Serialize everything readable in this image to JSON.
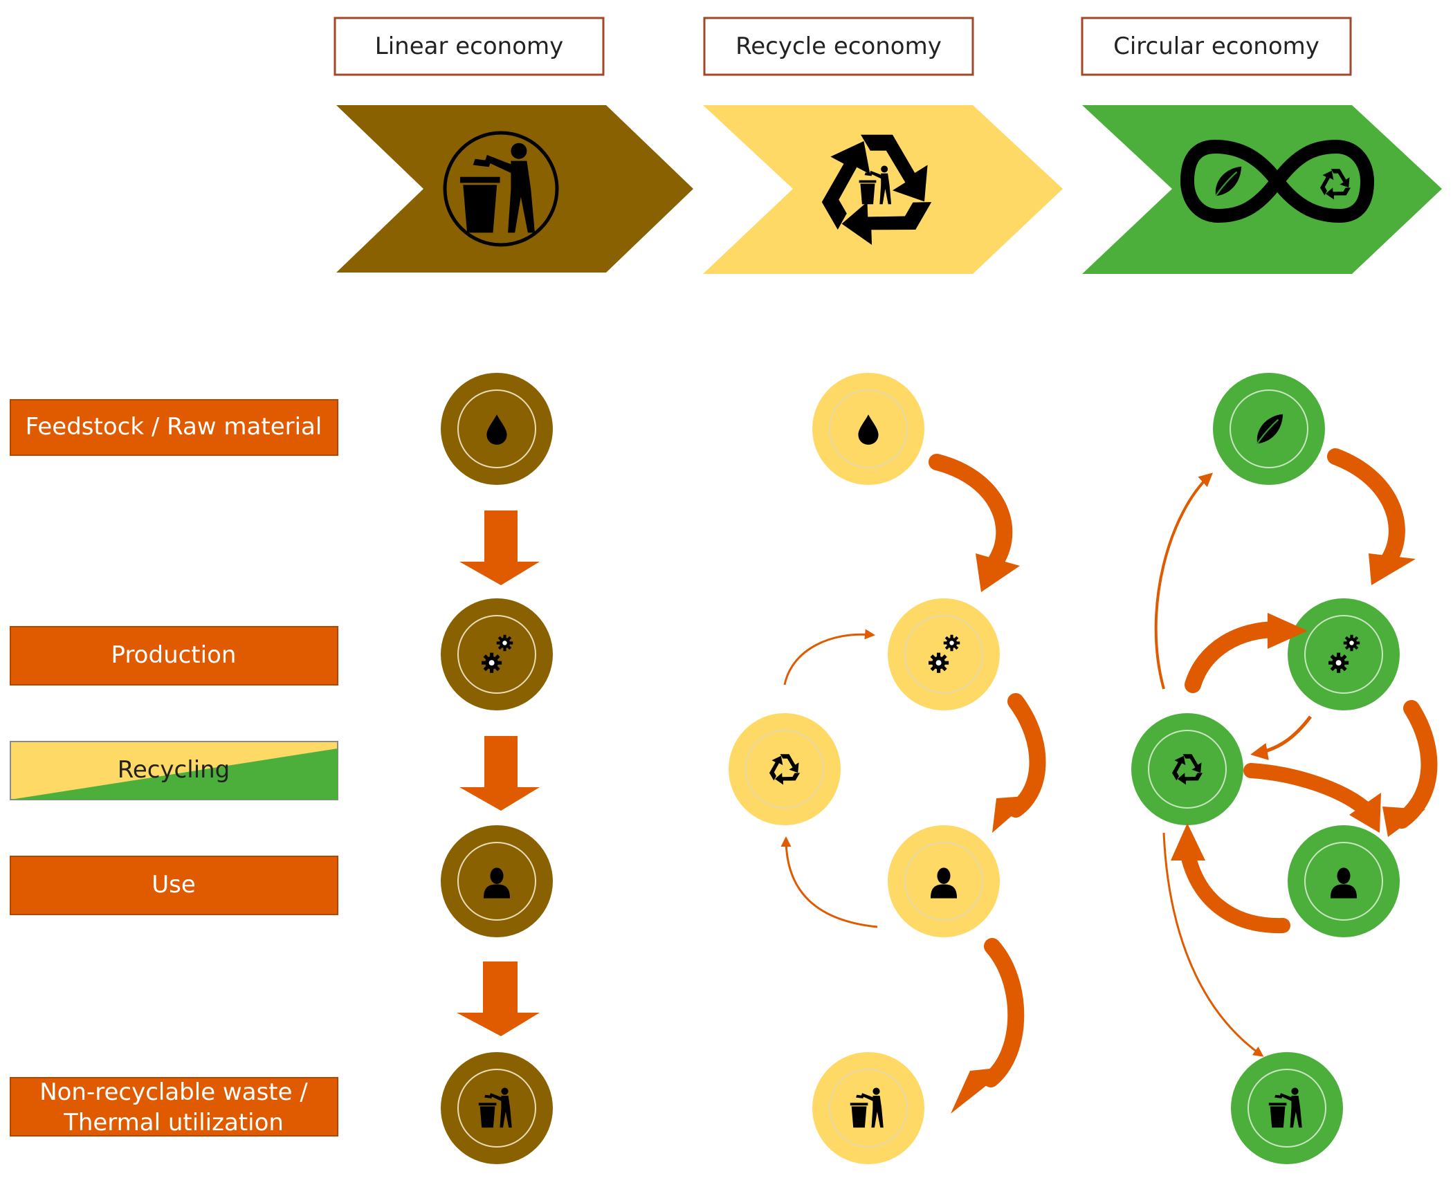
{
  "headers": {
    "linear": "Linear economy",
    "recycle": "Recycle economy",
    "circular": "Circular economy"
  },
  "stages": {
    "feedstock": "Feedstock / Raw material",
    "production": "Production",
    "recycling": "Recycling",
    "use": "Use",
    "waste_line1": "Non-recyclable waste /",
    "waste_line2": "Thermal utilization"
  },
  "colors": {
    "linear": "#8a6100",
    "recycle": "#ffd966",
    "circular": "#4caf3c",
    "arrow": "#e05a00",
    "label_fill": "#e05a00",
    "header_border": "#a0482a"
  },
  "icons": {
    "linear_banner": "litter-bin-person-icon",
    "recycle_banner": "recycling-symbol-icon",
    "circular_banner": "infinity-leaf-recycle-icon",
    "feedstock_fossil": "oil-drop-icon",
    "feedstock_bio": "leaf-icon",
    "production": "gears-icon",
    "use": "user-icon",
    "recycling": "recycle-icon",
    "waste": "trash-icon"
  }
}
